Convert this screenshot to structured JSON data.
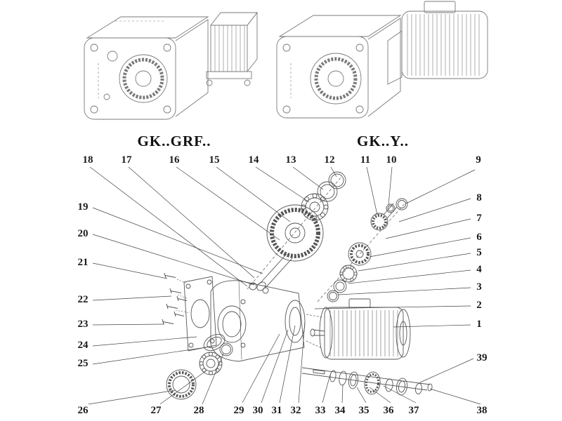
{
  "titles": {
    "left": "GK..GRF..",
    "right": "GK..Y.."
  },
  "callouts": {
    "top_row": [
      "18",
      "17",
      "16",
      "15",
      "14",
      "13",
      "12",
      "11",
      "10",
      "9"
    ],
    "left_column": [
      "19",
      "20",
      "21",
      "22",
      "23",
      "24",
      "25"
    ],
    "right_column": [
      "8",
      "7",
      "6",
      "5",
      "4",
      "3",
      "2",
      "1",
      "39"
    ],
    "bottom_row": [
      "26",
      "27",
      "28",
      "29",
      "30",
      "31",
      "32",
      "33",
      "34",
      "35",
      "36",
      "37",
      "38"
    ]
  },
  "figure": {
    "description": "Exploded parts diagram of GK series helical-bevel gear reducer with motor",
    "line_color": "#555555",
    "leader_line_color": "#444444"
  }
}
